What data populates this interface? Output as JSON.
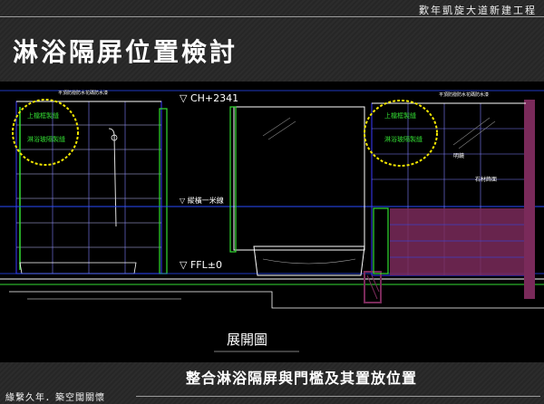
{
  "slide": {
    "project_title": "歎年凱旋大道新建工程",
    "title": "淋浴隔屏位置檢討",
    "caption": "整合淋浴隔屏與門檻及其置放位置",
    "footer": "緣繫久年．築空闊關懷"
  },
  "drawing": {
    "elevation_label": "展開圖",
    "level_ch": "▽ CH+2341",
    "level_mid": "▽ 縱橫一米線",
    "level_ffl": "▽ FFL±0",
    "note_top_left": "平頂防撥防水花碼防水漆",
    "note_top_right": "平頂防撥防水花碼防水漆",
    "callout_upper": "上檔框製縫",
    "callout_lower": "淋浴玻隔製縫",
    "callout_upper_right": "上檔框製縫",
    "callout_lower_right": "淋浴玻隔製縫",
    "label_mirror": "明鏡",
    "label_stone": "石材飾面"
  },
  "colors": {
    "highlight_circle": "#f2e600",
    "wall_tile": "#7a2a5a",
    "frame_green": "#33dd33",
    "grid_blue": "#2a4dff"
  }
}
